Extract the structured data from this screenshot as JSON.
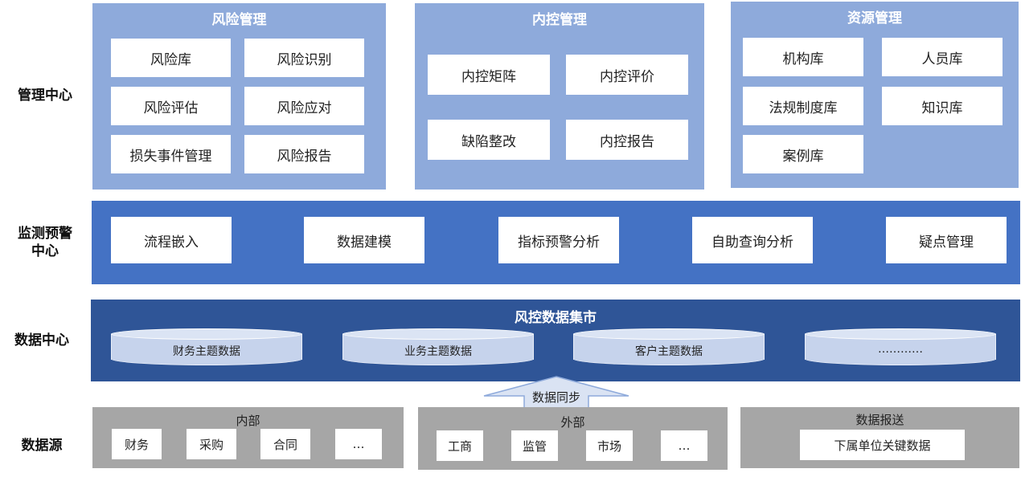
{
  "row_labels": {
    "management": "管理中心",
    "monitoring_line1": "监测预警",
    "monitoring_line2": "中心",
    "data_center": "数据中心",
    "data_source": "数据源"
  },
  "management": {
    "risk": {
      "title": "风险管理",
      "items": [
        "风险库",
        "风险识别",
        "风险评估",
        "风险应对",
        "损失事件管理",
        "风险报告"
      ]
    },
    "internal_control": {
      "title": "内控管理",
      "items": [
        "内控矩阵",
        "内控评价",
        "缺陷整改",
        "内控报告"
      ]
    },
    "resource": {
      "title": "资源管理",
      "items": [
        "机构库",
        "人员库",
        "法规制度库",
        "知识库",
        "案例库"
      ]
    }
  },
  "monitoring": {
    "items": [
      "流程嵌入",
      "数据建模",
      "指标预警分析",
      "自助查询分析",
      "疑点管理"
    ]
  },
  "data_center": {
    "title": "风控数据集市",
    "cylinders": [
      "财务主题数据",
      "业务主题数据",
      "客户主题数据",
      "…………"
    ]
  },
  "sync_label": "数据同步",
  "sources": {
    "internal": {
      "title": "内部",
      "items": [
        "财务",
        "采购",
        "合同",
        "…"
      ]
    },
    "external": {
      "title": "外部",
      "items": [
        "工商",
        "监管",
        "市场",
        "…"
      ]
    },
    "report": {
      "title": "数据报送",
      "items": [
        "下属单位关键数据"
      ]
    }
  },
  "colors": {
    "light_panel": "#8eaadb",
    "mid_band": "#4472c4",
    "dark_band": "#2f5597",
    "cylinder": "#c6d3ec",
    "grey_panel": "#a6a6a6",
    "arrow_fill": "#dae3f3"
  }
}
